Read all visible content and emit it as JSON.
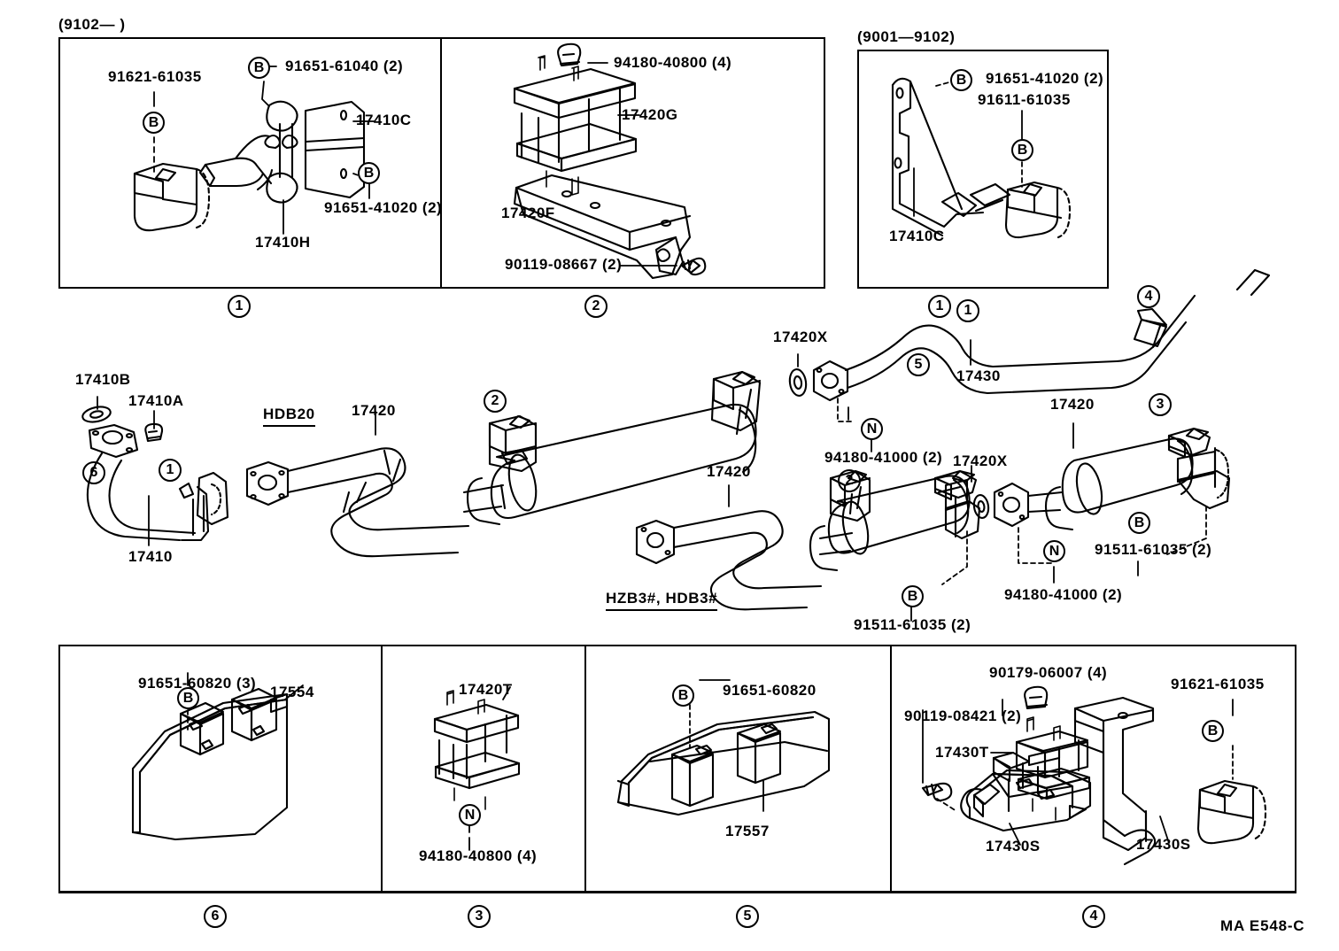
{
  "sheet": {
    "reference_code": "MA E548-C",
    "system": "exhaust-pipe-and-muffler"
  },
  "top_row": {
    "panels": [
      {
        "number": "1",
        "header": "(9102—        )",
        "labels": [
          {
            "text": "91621-61035",
            "badge": "B"
          },
          {
            "text": "91651-61040 (2)",
            "badge": "B"
          },
          {
            "text": "17410C",
            "badge": ""
          },
          {
            "text": "91651-41020 (2)",
            "badge": "B"
          },
          {
            "text": "17410H",
            "badge": ""
          }
        ]
      },
      {
        "number": "2",
        "header": "",
        "labels": [
          {
            "text": "94180-40800 (4)",
            "badge": ""
          },
          {
            "text": "17420G",
            "badge": ""
          },
          {
            "text": "17420F",
            "badge": ""
          },
          {
            "text": "90119-08667 (2)",
            "badge": ""
          }
        ]
      },
      {
        "number": "1",
        "header": "(9001—9102)",
        "labels": [
          {
            "text": "91651-41020 (2)",
            "badge": "B"
          },
          {
            "text": "91611-61035",
            "badge": "B"
          },
          {
            "text": "17410C",
            "badge": ""
          }
        ]
      }
    ]
  },
  "middle": {
    "front_pipe": {
      "labels": [
        "17410B",
        "17410A",
        "17410"
      ],
      "markers": [
        "6",
        "1"
      ]
    },
    "center_muffler": {
      "variant": "HDB20",
      "labels": [
        "17420"
      ],
      "markers": [
        "2"
      ]
    },
    "tail_pipe": {
      "labels": [
        "17420X",
        "17430",
        "94180-41000 (2)"
      ],
      "markers": [
        "4",
        "1",
        "5"
      ],
      "nut_badge": "N"
    },
    "rear_muffler_lower": {
      "variant": "HZB3#, HDB3#",
      "labels": [
        "17420",
        "94180-41000 (2)",
        "17420X",
        "91511-61035 (2)"
      ],
      "markers": [
        "2"
      ],
      "badges": [
        "N",
        "B"
      ]
    },
    "rear_muffler_right": {
      "labels": [
        "17420",
        "91511-61035 (2)",
        "94180-41000 (2)"
      ],
      "markers": [
        "3"
      ],
      "badges": [
        "B",
        "N"
      ]
    }
  },
  "bottom_row": {
    "panels": [
      {
        "number": "6",
        "labels": [
          {
            "text": "91651-60820 (3)",
            "badge": "B"
          },
          {
            "text": "17554",
            "badge": ""
          }
        ]
      },
      {
        "number": "3",
        "labels": [
          {
            "text": "17420T",
            "badge": ""
          },
          {
            "text": "94180-40800 (4)",
            "badge": "N"
          }
        ]
      },
      {
        "number": "5",
        "labels": [
          {
            "text": "91651-60820",
            "badge": "B"
          },
          {
            "text": "17557",
            "badge": ""
          }
        ]
      },
      {
        "number": "4",
        "labels": [
          {
            "text": "90179-06007 (4)",
            "badge": ""
          },
          {
            "text": "91621-61035",
            "badge": "B"
          },
          {
            "text": "90119-08421 (2)",
            "badge": ""
          },
          {
            "text": "17430T",
            "badge": ""
          },
          {
            "text": "17430S",
            "badge": ""
          },
          {
            "text": "17430S",
            "badge": ""
          }
        ]
      }
    ]
  }
}
